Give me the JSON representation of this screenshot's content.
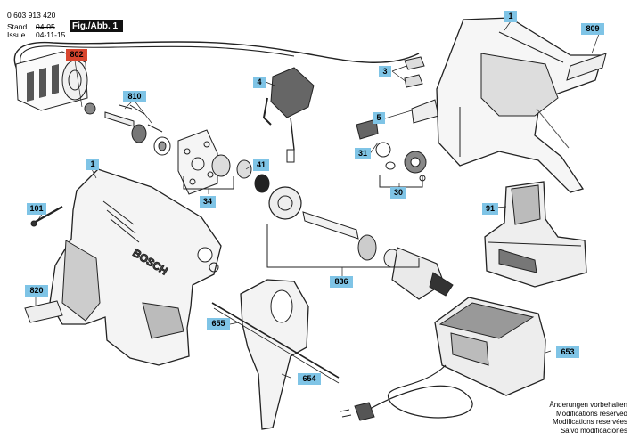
{
  "header": {
    "doc_number": "0 603 913 420",
    "stand_label": "Stand",
    "issue_label": "Issue",
    "stand_value": "04-05",
    "issue_value": "04-11-15",
    "figure_label": "Fig./Abb. 1"
  },
  "part_labels": {
    "p1a": "1",
    "p1b": "1",
    "p3": "3",
    "p4": "4",
    "p5": "5",
    "p30": "30",
    "p31": "31",
    "p34": "34",
    "p41": "41",
    "p91": "91",
    "p101": "101",
    "p802": "802",
    "p809": "809",
    "p810": "810",
    "p820": "820",
    "p836": "836",
    "p653": "653",
    "p654": "654",
    "p655": "655"
  },
  "footer": {
    "line1": "Änderungen vorbehalten",
    "line2": "Modifications reserved",
    "line3": "Modifications reservées",
    "line4": "Salvo modificaciones"
  },
  "logo_text": "BOSCH",
  "colors": {
    "tag": "#7fc4e6",
    "tag_highlight": "#d8452e"
  }
}
